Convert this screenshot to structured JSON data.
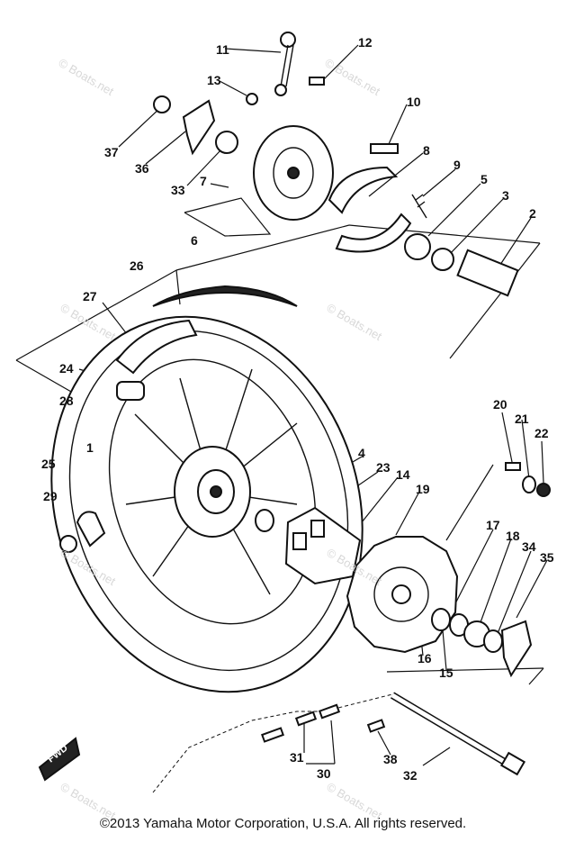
{
  "copyright": "©2013 Yamaha Motor Corporation, U.S.A. All rights reserved.",
  "watermark": "© Boats.net",
  "fwd_label": "FWD",
  "callouts": [
    "11",
    "12",
    "13",
    "10",
    "37",
    "36",
    "33",
    "8",
    "9",
    "5",
    "3",
    "2",
    "7",
    "6",
    "26",
    "27",
    "24",
    "28",
    "1",
    "25",
    "29",
    "4",
    "23",
    "14",
    "19",
    "20",
    "21",
    "22",
    "17",
    "18",
    "34",
    "35",
    "16",
    "15",
    "31",
    "30",
    "38",
    "32"
  ]
}
